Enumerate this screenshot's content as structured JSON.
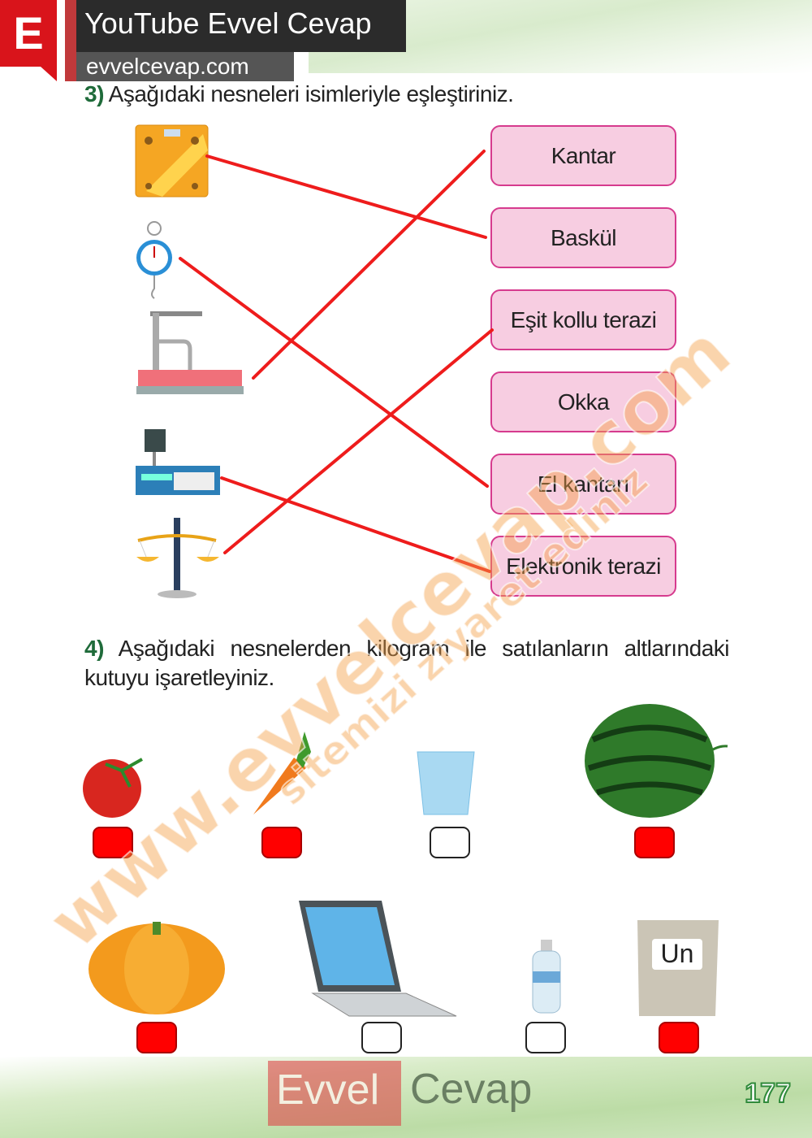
{
  "header": {
    "logo_letter": "E",
    "title": "YouTube Evvel Cevap",
    "site": "evvelcevap.com"
  },
  "q3": {
    "number": "3)",
    "text": "Aşağıdaki nesneleri isimleriyle eşleştiriniz.",
    "items": [
      "Kantar",
      "Baskül",
      "Eşit kollu terazi",
      "Okka",
      "El kantarı",
      "Elektronik terazi"
    ]
  },
  "q4": {
    "number": "4)",
    "text": "Aşağıdaki nesnelerden kilogram ile satılanların altlarındaki kutuyu işaretleyiniz.",
    "objects": [
      {
        "name": "tomato",
        "checked": true
      },
      {
        "name": "carrot",
        "checked": true
      },
      {
        "name": "glass",
        "checked": false
      },
      {
        "name": "watermelon",
        "checked": true
      },
      {
        "name": "pumpkin",
        "checked": true
      },
      {
        "name": "laptop",
        "checked": false
      },
      {
        "name": "water-bottle",
        "checked": false
      },
      {
        "name": "flour-sack",
        "checked": true
      }
    ],
    "flour_label": "Un"
  },
  "watermark": {
    "line1": "www.evvelcevap.com",
    "line2": "sitemizi ziyaret ediniz"
  },
  "footer": {
    "brand1": "Evvel",
    "brand2": "Cevap",
    "page": "177"
  },
  "colors": {
    "line": "#ee1c1c",
    "box_fill": "#f7cde1",
    "box_border": "#d63b8e",
    "check": "#ff0000"
  }
}
